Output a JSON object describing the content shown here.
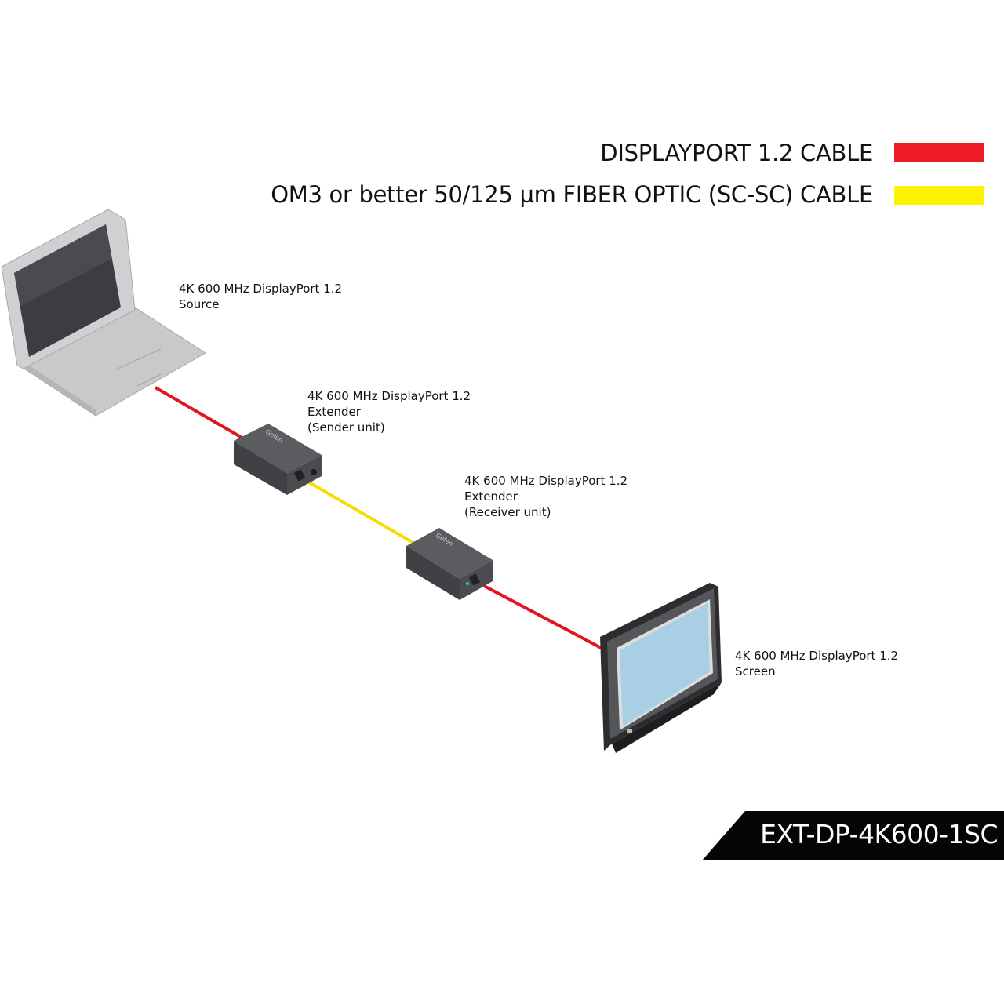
{
  "legend": [
    {
      "label": "DISPLAYPORT 1.2 CABLE",
      "color": "#ee1c25"
    },
    {
      "label": "OM3 or better 50/125 µm FIBER OPTIC (SC-SC) CABLE",
      "color": "#fff200"
    }
  ],
  "devices": {
    "source": {
      "line1": "4K 600 MHz DisplayPort 1.2",
      "line2": "Source"
    },
    "sender": {
      "line1": "4K 600 MHz DisplayPort 1.2",
      "line2": "Extender",
      "line3": "(Sender unit)"
    },
    "receiver": {
      "line1": "4K 600 MHz DisplayPort 1.2",
      "line2": "Extender",
      "line3": "(Receiver unit)"
    },
    "screen": {
      "line1": "4K 600 MHz DisplayPort 1.2",
      "line2": "Screen"
    }
  },
  "model_badge": "EXT-DP-4K600-1SC"
}
